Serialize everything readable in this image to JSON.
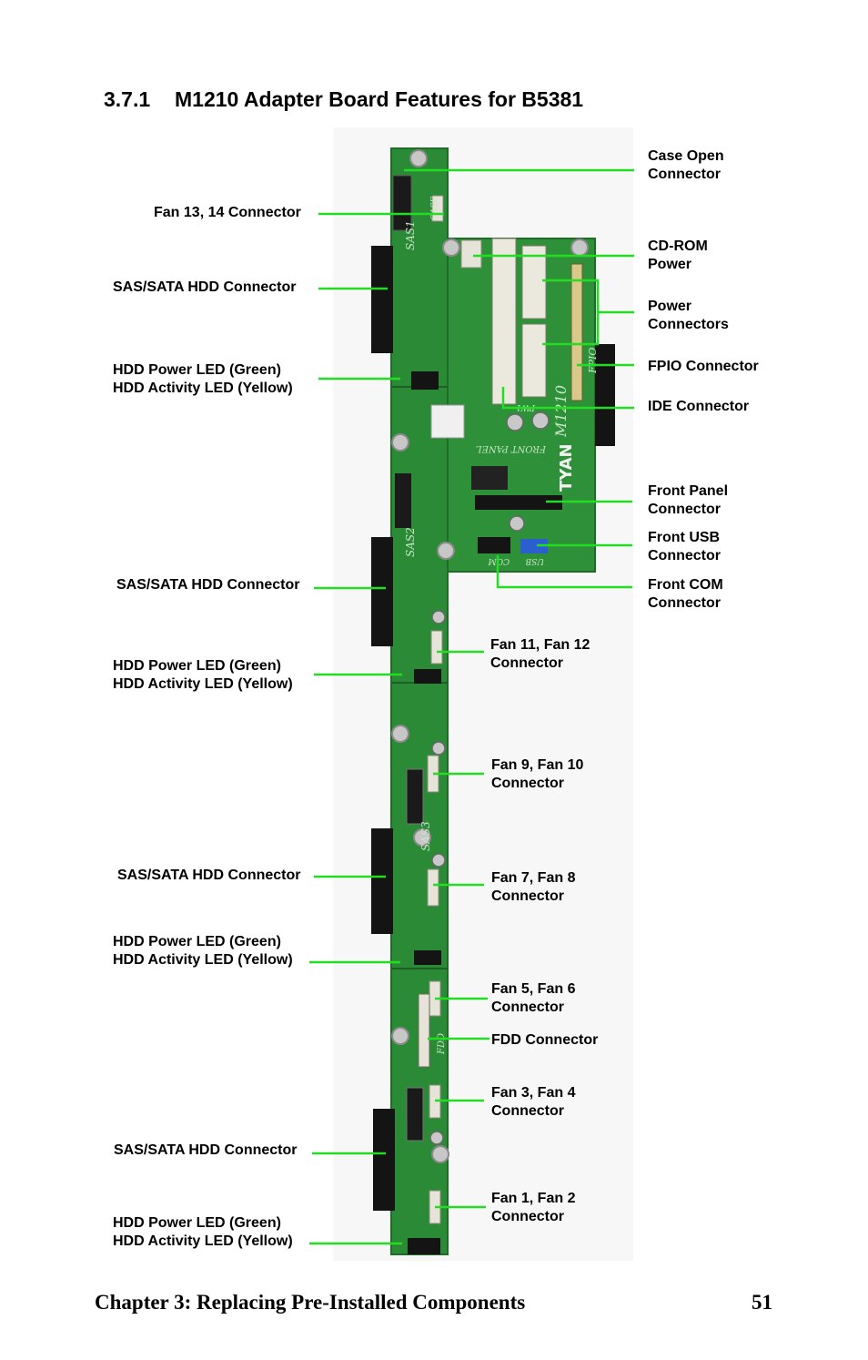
{
  "heading": {
    "number": "3.7.1",
    "title": "M1210 Adapter Board Features for B5381"
  },
  "labels": {
    "case_open": [
      "Case Open",
      "Connector"
    ],
    "fan_13_14": [
      "Fan 13, 14 Connector"
    ],
    "sas_1": [
      "SAS/SATA HDD Connector"
    ],
    "led_1": [
      "HDD Power LED (Green)",
      "HDD Activity LED (Yellow)"
    ],
    "cdrom_power": [
      "CD-ROM",
      "Power"
    ],
    "power_connectors": [
      "Power",
      "Connectors"
    ],
    "fpio": [
      "FPIO Connector"
    ],
    "ide": [
      "IDE Connector"
    ],
    "front_panel": [
      "Front Panel",
      "Connector"
    ],
    "front_usb": [
      "Front USB",
      "Connector"
    ],
    "front_com": [
      "Front COM",
      "Connector"
    ],
    "sas_2": [
      "SAS/SATA HDD Connector"
    ],
    "fan_11_12": [
      "Fan 11, Fan 12",
      "Connector"
    ],
    "led_2": [
      "HDD Power LED (Green)",
      "HDD Activity LED (Yellow)"
    ],
    "fan_9_10": [
      "Fan 9, Fan 10",
      "Connector"
    ],
    "sas_3": [
      "SAS/SATA HDD Connector"
    ],
    "fan_7_8": [
      "Fan 7, Fan 8",
      "Connector"
    ],
    "led_3": [
      "HDD Power LED (Green)",
      "HDD Activity LED (Yellow)"
    ],
    "fan_5_6": [
      "Fan 5, Fan 6",
      "Connector"
    ],
    "fdd": [
      "FDD Connector"
    ],
    "fan_3_4": [
      "Fan 3, Fan 4",
      "Connector"
    ],
    "sas_4": [
      "SAS/SATA HDD Connector"
    ],
    "fan_1_2": [
      "Fan 1, Fan 2",
      "Connector"
    ],
    "led_4": [
      "HDD Power LED (Green)",
      "HDD Activity LED (Yellow)"
    ]
  },
  "board_silkscreen": {
    "sas1": "SAS1",
    "sas2": "SAS2",
    "sas3": "SAS3",
    "model": "M1210",
    "brand": "TYAN",
    "front_panel": "FRONT PANEL",
    "pw1": "PW1",
    "fpio": "FPIO",
    "usb": "USB",
    "com": "COM",
    "fdd": "FDD",
    "case": "CASE"
  },
  "colors": {
    "callout_line": "#22dd22",
    "pcb": "#2a8a35",
    "pcb_dark": "#1f6b28",
    "connector_black": "#141414",
    "connector_white": "#e6e3d8"
  },
  "footer": {
    "chapter": "Chapter 3: Replacing Pre-Installed Components",
    "page": "51"
  }
}
